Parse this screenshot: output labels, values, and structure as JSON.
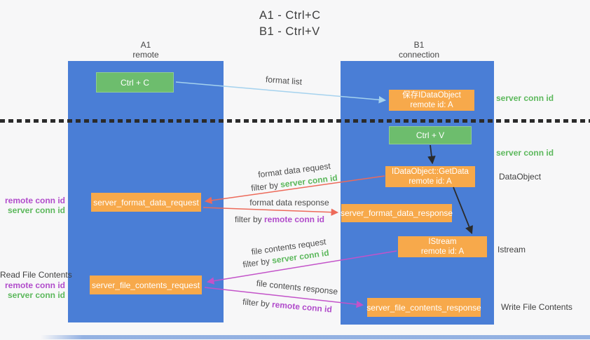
{
  "title": {
    "line1": "A1 - Ctrl+C",
    "line2": "B1 - Ctrl+V"
  },
  "lanes": {
    "a1": {
      "name": "A1",
      "subtitle": "remote"
    },
    "b1": {
      "name": "B1",
      "subtitle": "connection"
    }
  },
  "nodes": {
    "ctrl_c": {
      "label": "Ctrl + C"
    },
    "ctrl_v": {
      "label": "Ctrl + V"
    },
    "save_idataobject": {
      "line1": "保存IDataObject",
      "line2": "remote id: A"
    },
    "idataobject_getdata": {
      "line1": "IDataObject::GetData",
      "line2": "remote id: A"
    },
    "istream": {
      "line1": "IStream",
      "line2": "remote id: A"
    },
    "server_format_data_request": {
      "label": "server_format_data_request"
    },
    "server_format_data_response": {
      "label": "server_format_data_response"
    },
    "server_file_contents_request": {
      "label": "server_file_contents_request"
    },
    "server_file_contents_response": {
      "label": "server_file_contents_response"
    }
  },
  "arrow_labels": {
    "format_list": "format list",
    "format_data_request": {
      "line1": "format data request",
      "filter_prefix": "filter by ",
      "filter_value": "server conn id"
    },
    "format_data_response": {
      "line1": "format data response",
      "filter_prefix": "filter by ",
      "filter_value": "remote conn id"
    },
    "file_contents_request": {
      "line1": "file contents request",
      "filter_prefix": "filter by ",
      "filter_value": "server conn id"
    },
    "file_contents_response": {
      "line1": "file contents response",
      "filter_prefix": "filter by ",
      "filter_value": "remote conn id"
    }
  },
  "annotations": {
    "server_conn_id_right_top": "server conn id",
    "server_conn_id_right_mid": "server conn id",
    "dataobject": "DataObject",
    "istream": "Istream",
    "write_file_contents": "Write File Contents",
    "remote_conn_id_left_top": "remote conn id",
    "server_conn_id_left_top": "server conn id",
    "read_file_contents": "Read File Contents",
    "remote_conn_id_left_bottom": "remote conn id",
    "server_conn_id_left_bottom": "server conn id"
  },
  "colors": {
    "lane_fill": "#4a7ed6",
    "key_button_fill": "#6dbd6d",
    "node_fill": "#f7a94b",
    "arrow_format_list": "#a5d2ee",
    "arrow_format_data": "#ed6a5a",
    "arrow_file_contents": "#c353c9",
    "arrow_control_flow": "#2b2b2b",
    "server_conn_id_text": "#5cb85c",
    "remote_conn_id_text": "#b14ccb"
  }
}
